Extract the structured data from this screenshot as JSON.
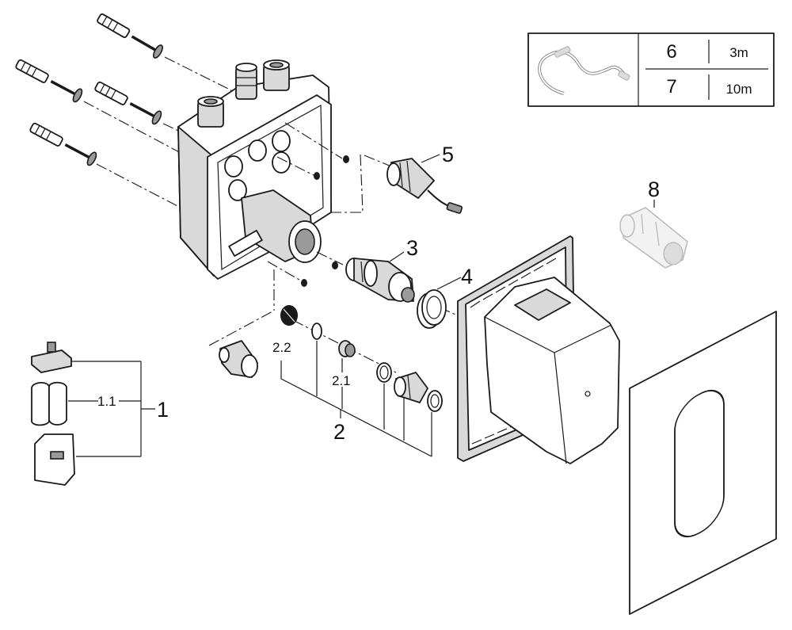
{
  "labels": {
    "n1": "1",
    "n1_1": "1.1",
    "n2": "2",
    "n2_1": "2.1",
    "n2_2": "2.2",
    "n3": "3",
    "n4": "4",
    "n5": "5",
    "n8": "8"
  },
  "cable_table": {
    "row1": {
      "number": "6",
      "length": "3m"
    },
    "row2": {
      "number": "7",
      "length": "10m"
    }
  }
}
